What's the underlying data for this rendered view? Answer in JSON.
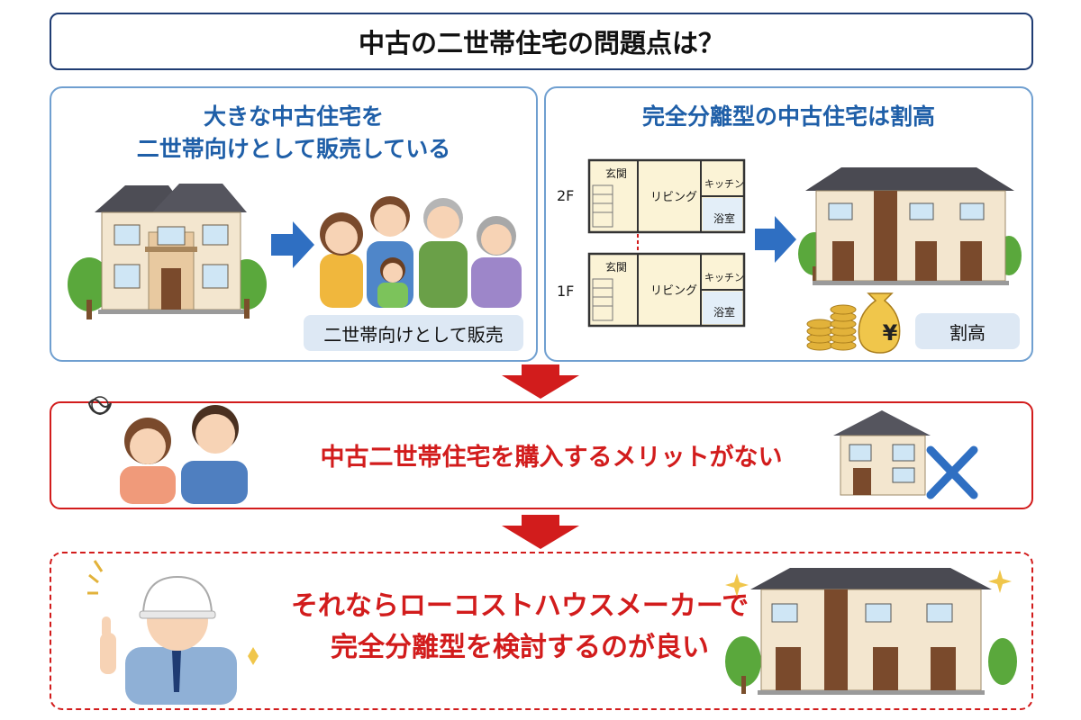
{
  "title": "中古の二世帯住宅の問題点は？",
  "left_panel": {
    "title_line1": "大きな中古住宅を",
    "title_line2": "二世帯向けとして販売している",
    "chip": "二世帯向けとして販売"
  },
  "right_panel": {
    "title": "完全分離型の中古住宅は割高",
    "floor_2f": "2F",
    "floor_1f": "1F",
    "room_entrance": "玄関",
    "room_living": "リビング",
    "room_kitchen": "キッチン",
    "room_bath": "浴室",
    "yen_symbol": "¥",
    "chip": "割高"
  },
  "middle": {
    "message": "中古二世帯住宅を購入するメリットがない"
  },
  "bottom": {
    "line1": "それならローコストハウスメーカーで",
    "line2": "完全分離型を検討するのが良い"
  },
  "colors": {
    "navy": "#1f3c73",
    "blue_title": "#1f5fa8",
    "red": "#d21c1c",
    "chip_bg": "#dde8f4",
    "arrow_blue": "#2f6fc2"
  }
}
